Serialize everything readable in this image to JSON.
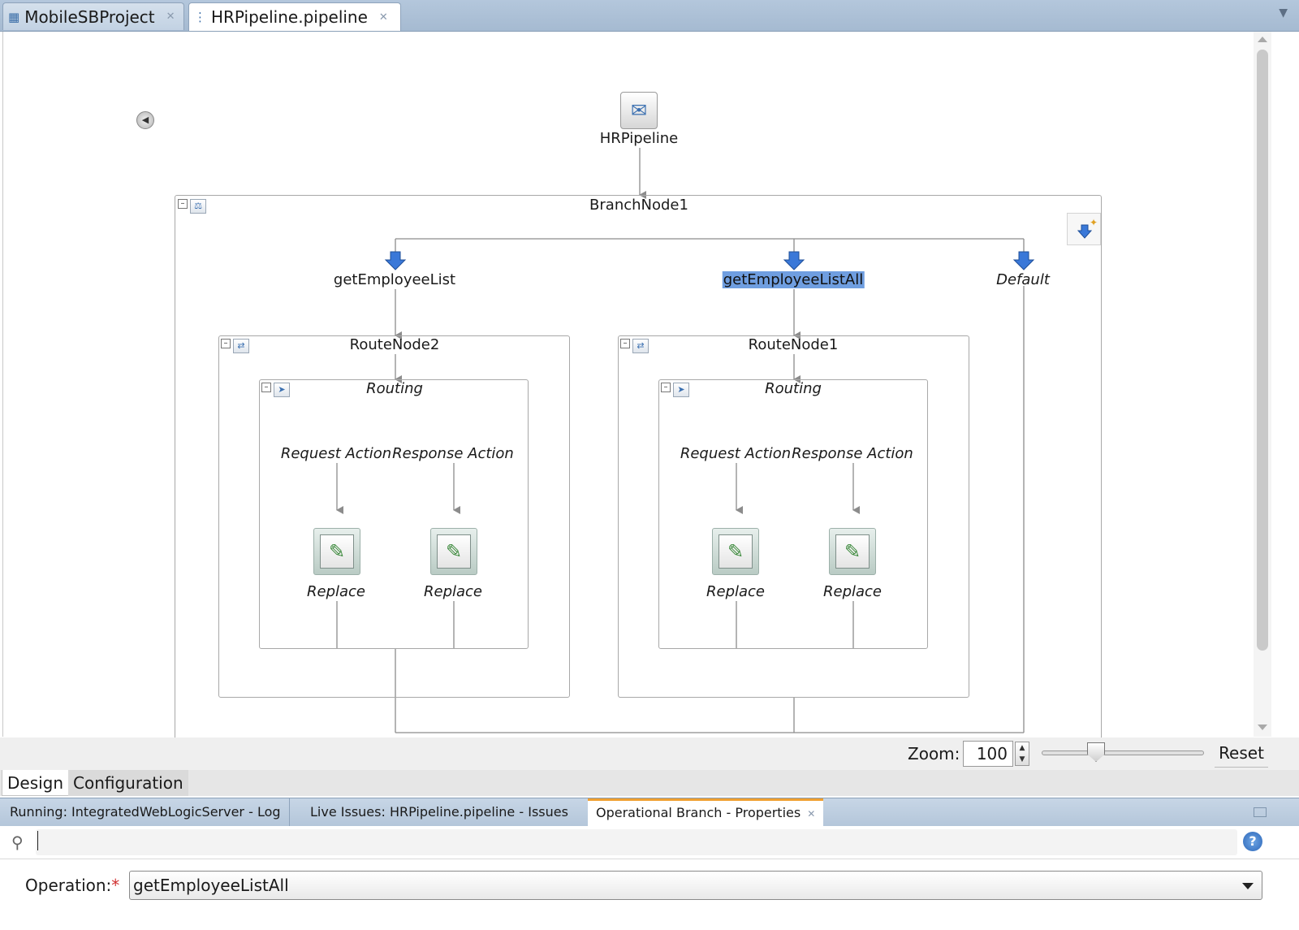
{
  "editor_tabs": [
    {
      "label": "MobileSBProject",
      "active": false
    },
    {
      "label": "HRPipeline.pipeline",
      "active": true
    }
  ],
  "diagram": {
    "pipeline": "HRPipeline",
    "branch_node": "BranchNode1",
    "branches": [
      {
        "label": "getEmployeeList",
        "selected": false
      },
      {
        "label": "getEmployeeListAll",
        "selected": true
      },
      {
        "label": "Default",
        "selected": false
      }
    ],
    "route_nodes": [
      {
        "name": "RouteNode2",
        "routing": "Routing",
        "request_label": "Request Action",
        "response_label": "Response Action",
        "request_action": "Replace",
        "response_action": "Replace"
      },
      {
        "name": "RouteNode1",
        "routing": "Routing",
        "request_label": "Request Action",
        "response_label": "Response Action",
        "request_action": "Replace",
        "response_action": "Replace"
      }
    ]
  },
  "zoom": {
    "label": "Zoom:",
    "value": "100",
    "reset_label": "Reset"
  },
  "view_tabs": [
    {
      "label": "Design",
      "active": true
    },
    {
      "label": "Configuration",
      "active": false
    }
  ],
  "panel_tabs": [
    {
      "label": "Running: IntegratedWebLogicServer - Log",
      "active": false
    },
    {
      "label": "Live Issues: HRPipeline.pipeline - Issues",
      "active": false
    },
    {
      "label": "Operational Branch - Properties",
      "active": true
    }
  ],
  "search": {
    "placeholder": "",
    "value": ""
  },
  "properties": {
    "operation_label": "Operation:",
    "required_marker": "*",
    "operation_value": "getEmployeeListAll"
  },
  "colors": {
    "selection": "#6f9ee0",
    "tab_bar": "#a5bad1",
    "active_tab_accent": "#f0a030",
    "branch_arrow": "#3a78d8"
  }
}
